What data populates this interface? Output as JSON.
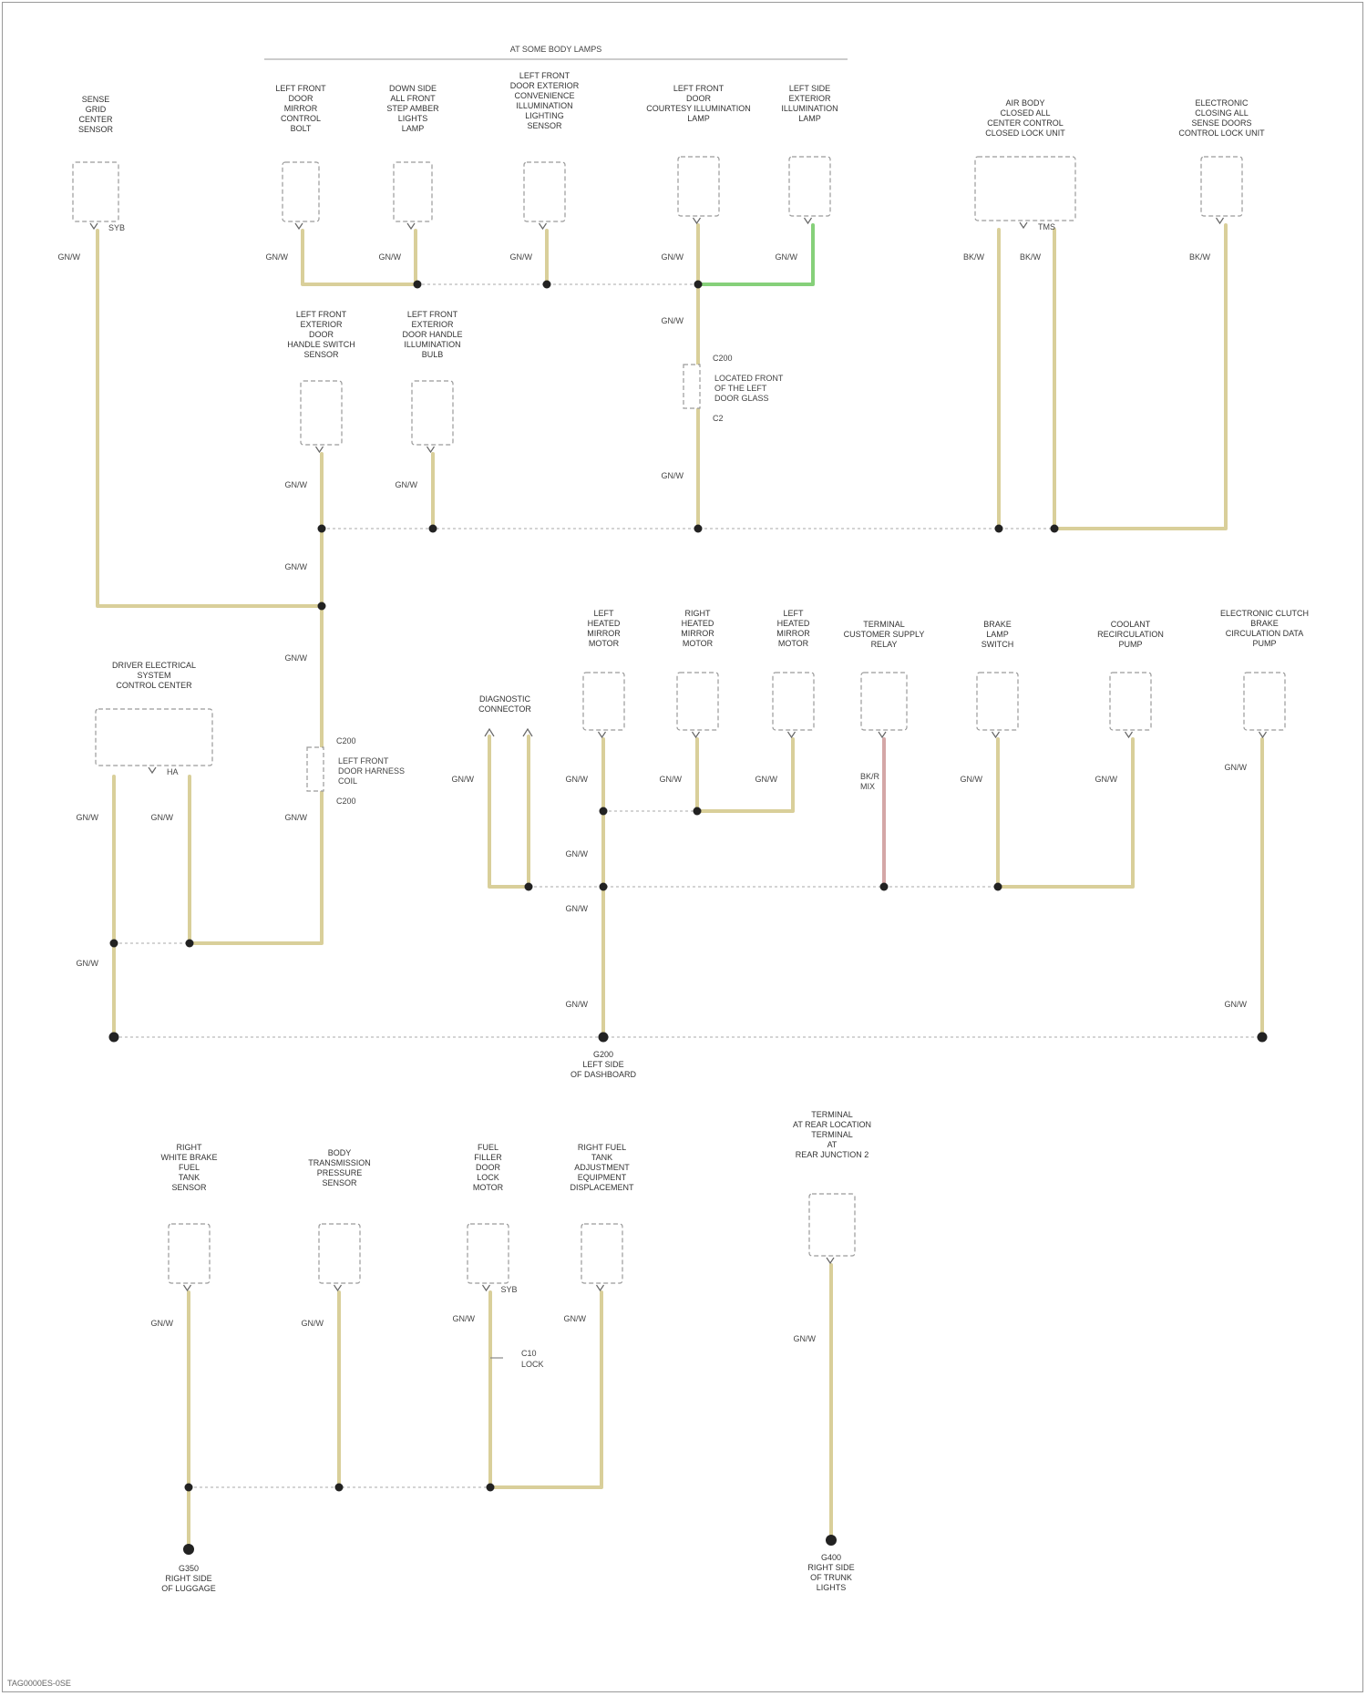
{
  "colors": {
    "wire_tan": "#d9cf9a",
    "wire_green": "#86d07a",
    "wire_pink": "#d4a7a7",
    "bus": "#bbbbbb",
    "node": "#222222"
  },
  "header": {
    "bracket_label": "AT SOME BODY LAMPS"
  },
  "footer": {
    "code": "TAG0000ES-0SE"
  },
  "components": [
    {
      "id": "c1",
      "label": "SENSE\nGRID\nCENTER\nSENSOR",
      "pin": "SYB"
    },
    {
      "id": "c2",
      "label": "LEFT FRONT\nDOOR\nMIRROR\nCONTROL\nBOLT",
      "pin": ""
    },
    {
      "id": "c3",
      "label": "DOWN SIDE\nALL FRONT\nSTEP AMBER\nLIGHTS\nLAMP",
      "pin": ""
    },
    {
      "id": "c4",
      "label": "LEFT FRONT\nDOOR EXTERIOR\nCONVENIENCE\nILLUMINATION\nLIGHTING\nSENSOR",
      "pin": ""
    },
    {
      "id": "c5",
      "label": "LEFT FRONT\nDOOR\nCOURTESY ILLUMINATION\nLAMP",
      "pin": ""
    },
    {
      "id": "c6",
      "label": "LEFT SIDE\nEXTERIOR\nILLUMINATION\nLAMP",
      "pin": ""
    },
    {
      "id": "c7",
      "label": "AIR BODY\nCLOSED ALL\nCENTER CONTROL\nCLOSED LOCK UNIT",
      "pin": "TMS"
    },
    {
      "id": "c8",
      "label": "ELECTRONIC\nCLOSING ALL\nSENSE DOORS\nCONTROL LOCK UNIT",
      "pin": ""
    },
    {
      "id": "c9",
      "label": "LEFT FRONT\nEXTERIOR\nDOOR\nHANDLE SWITCH\nSENSOR",
      "pin": ""
    },
    {
      "id": "c10",
      "label": "LEFT FRONT\nEXTERIOR\nDOOR HANDLE\nILLUMINATION\nBULB",
      "pin": ""
    },
    {
      "id": "c11",
      "label": "DRIVER ELECTRICAL\nSYSTEM\nCONTROL CENTER",
      "pin": "HA"
    },
    {
      "id": "c12",
      "label": "DIAGNOSTIC\nCONNECTOR",
      "pin": ""
    },
    {
      "id": "c13",
      "label": "LEFT\nHEATED\nMIRROR\nMOTOR",
      "pin": ""
    },
    {
      "id": "c14",
      "label": "RIGHT\nHEATED\nMIRROR\nMOTOR",
      "pin": ""
    },
    {
      "id": "c15",
      "label": "LEFT\nHEATED\nMIRROR\nMOTOR",
      "pin": ""
    },
    {
      "id": "c16",
      "label": "TERMINAL\nCUSTOMER SUPPLY\nRELAY",
      "pin": ""
    },
    {
      "id": "c17",
      "label": "BRAKE\nLAMP\nSWITCH",
      "pin": ""
    },
    {
      "id": "c18",
      "label": "COOLANT\nRECIRCULATION\nPUMP",
      "pin": ""
    },
    {
      "id": "c19",
      "label": "ELECTRONIC CLUTCH\nBRAKE\nCIRCULATION DATA\nPUMP",
      "pin": ""
    },
    {
      "id": "c20",
      "label": "RIGHT\nWHITE BRAKE\nFUEL\nTANK\nSENSOR",
      "pin": ""
    },
    {
      "id": "c21",
      "label": "BODY\nTRANSMISSION\nPRESSURE\nSENSOR",
      "pin": ""
    },
    {
      "id": "c22",
      "label": "FUEL\nFILLER\nDOOR\nLOCK\nMOTOR",
      "pin": "SYB"
    },
    {
      "id": "c23",
      "label": "RIGHT FUEL\nTANK\nADJUSTMENT\nEQUIPMENT\nDISPLACEMENT",
      "pin": ""
    },
    {
      "id": "c24",
      "label": "TERMINAL\nAT REAR LOCATION\nTERMINAL\nAT\nREAR JUNCTION 2",
      "pin": ""
    }
  ],
  "wire_labels": [
    "GN/W",
    "GN/W",
    "GN/W",
    "GN/W",
    "GN/W",
    "GN/W",
    "BK/W",
    "BK/W",
    "BK/W",
    "GN/W",
    "GN/W",
    "GN/W",
    "GN/W",
    "GN/W",
    "GN/W",
    "GN/W",
    "GN/W",
    "GN/W",
    "GN/W",
    "GN/W",
    "GN/W",
    "GN/W",
    "GN/W",
    "GN/W",
    "GN/W",
    "GN/W",
    "GN/W",
    "GN/W",
    "GN/W",
    "GN/W",
    "GN/W",
    "GN/W",
    "GN/W",
    "GN/W",
    "GN/W"
  ],
  "inline_connectors": [
    {
      "id": "ic1",
      "top_pin": "C200",
      "label": "LOCATED FRONT\nOF THE LEFT\nDOOR GLASS",
      "bottom_pin": "C2"
    },
    {
      "id": "ic2",
      "top_pin": "C200",
      "label": "LEFT FRONT\nDOOR HARNESS\nCOIL",
      "bottom_pin": "C200"
    },
    {
      "id": "ic3",
      "top_pin": "C10",
      "label": "LOCK",
      "bottom_pin": ""
    }
  ],
  "relay_wire_label": "BK/R\nMIX",
  "grounds": [
    {
      "id": "g1",
      "label": "G200\nLEFT SIDE\nOF DASHBOARD"
    },
    {
      "id": "g2",
      "label": "G350\nRIGHT SIDE\nOF LUGGAGE"
    },
    {
      "id": "g3",
      "label": "G400\nRIGHT SIDE\nOF TRUNK\nLIGHTS"
    }
  ]
}
